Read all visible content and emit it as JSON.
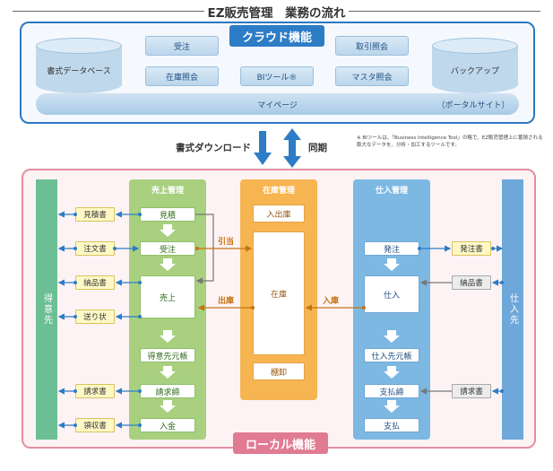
{
  "title": "EZ販売管理　業務の流れ",
  "cloud": {
    "label": "クラウド機能",
    "db_left": "書式データベース",
    "db_right": "バックアップ",
    "buttons": [
      "受注",
      "在庫照会",
      "BIツール®",
      "取引照会",
      "マスタ照会"
    ],
    "mypage": "マイページ",
    "portal": "（ポータルサイト）"
  },
  "note": "※ BIツールは、「Business Intelligence Tool」の略で、EZ販売管理上に蓄積される膨大なデータを、分析・加工するツールです。",
  "transfer": {
    "download": "書式ダウンロード",
    "sync": "同期"
  },
  "local": {
    "label": "ローカル機能",
    "customer": "得意先",
    "supplier": "仕入先",
    "sales": {
      "header": "売上管理",
      "items": [
        "見積",
        "受注",
        "売上",
        "得意先元帳",
        "請求締",
        "入金"
      ]
    },
    "inventory": {
      "header": "在庫管理",
      "items": [
        "入出庫",
        "在庫",
        "棚卸"
      ]
    },
    "purchase": {
      "header": "仕入管理",
      "items": [
        "発注",
        "仕入",
        "仕入先元帳",
        "支払締",
        "支払"
      ]
    },
    "left_docs": [
      "見積書",
      "注文書",
      "納品書",
      "送り状",
      "請求書",
      "領収書"
    ],
    "right_docs": [
      "発注書",
      "納品書",
      "請求書"
    ],
    "flow_labels": {
      "hikiate": "引当",
      "shukko": "出庫",
      "nyuko": "入庫"
    }
  },
  "colors": {
    "cloud": "#2d7cc6",
    "local": "#e07b93",
    "sales": "#8cc063",
    "inventory": "#f4a940",
    "purchase": "#5ba3d9",
    "customer": "#6cbf94",
    "supplier": "#6ea8da"
  }
}
